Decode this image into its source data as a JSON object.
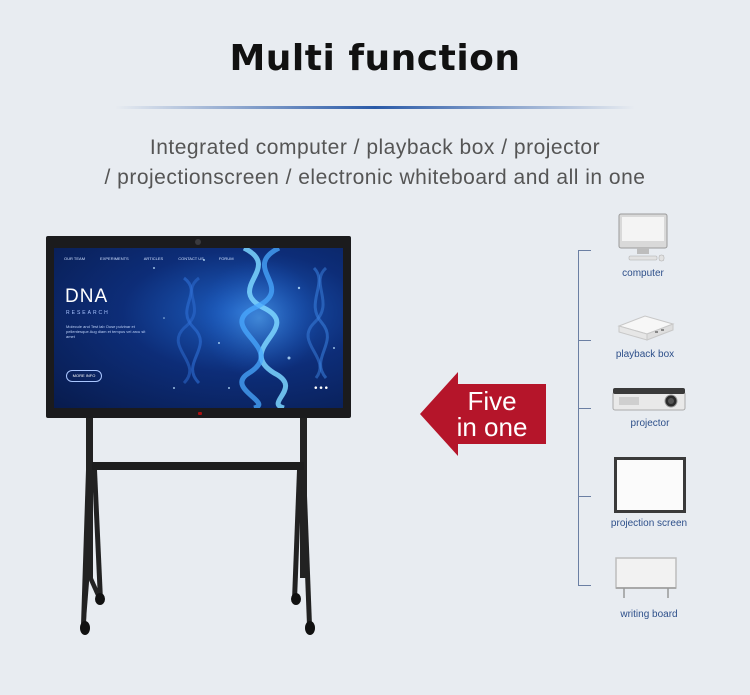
{
  "header": {
    "title": "Multi function",
    "subtitle_line1": "Integrated computer / playback box / projector",
    "subtitle_line2": "/ projectionscreen / electronic whiteboard and all in one"
  },
  "screen": {
    "nav": [
      "OUR TEAM",
      "EXPERIMENTS",
      "ARTICLES",
      "CONTACT US",
      "FORUM"
    ],
    "title": "DNA",
    "subtitle": "RESEARCH",
    "body_text": "Molecule and Test lab Ouse pulvinar et pellentesque Aug diam et tempus vel arcu sit amet",
    "button": "MORE INFO",
    "dots": "•••"
  },
  "arrow": {
    "line1": "Five",
    "line2": "in one",
    "color": "#b5152a"
  },
  "devices": [
    {
      "label": "computer",
      "icon": "computer-icon"
    },
    {
      "label": "playback box",
      "icon": "playback-box-icon"
    },
    {
      "label": "projector",
      "icon": "projector-icon"
    },
    {
      "label": "projection screen",
      "icon": "projection-screen-icon"
    },
    {
      "label": "writing board",
      "icon": "writing-board-icon"
    }
  ],
  "colors": {
    "background": "#e8ecf1",
    "accent_blue": "#2a5aa8",
    "label_blue": "#2d4f8a",
    "arrow_red": "#b5152a"
  }
}
